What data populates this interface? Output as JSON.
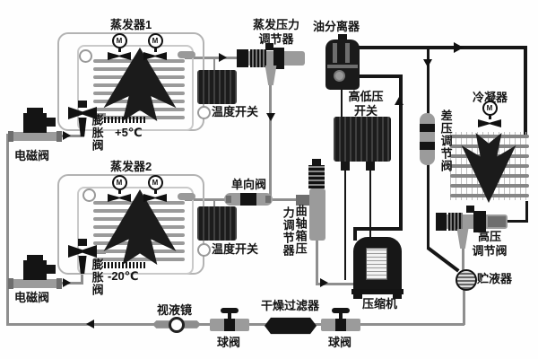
{
  "diagram": {
    "components": {
      "evaporator1": {
        "label": "蒸发器1",
        "temp": "+5℃"
      },
      "evaporator2": {
        "label": "蒸发器2",
        "temp": "-20℃"
      },
      "evap_pressure_regulator": {
        "line1": "蒸发压力",
        "line2": "调节器"
      },
      "oil_separator": {
        "label": "油分离器"
      },
      "hl_pressure_switch": {
        "line1": "高低压",
        "line2": "开关"
      },
      "condenser": {
        "label": "冷凝器"
      },
      "diff_pressure_valve": {
        "label": "差压调节阀"
      },
      "temp_switch1": {
        "label": "温度开关"
      },
      "temp_switch2": {
        "label": "温度开关"
      },
      "expansion_valve1": {
        "label": "膨胀阀"
      },
      "expansion_valve2": {
        "label": "膨胀阀"
      },
      "solenoid_valve1": {
        "label": "电磁阀"
      },
      "solenoid_valve2": {
        "label": "电磁阀"
      },
      "check_valve": {
        "label": "单向阀"
      },
      "crankcase_regulator": {
        "col_right": "曲轴箱压",
        "col_left": "力调节器"
      },
      "compressor": {
        "label": "压缩机"
      },
      "hp_regulating_valve": {
        "line1": "高压",
        "line2": "调节阀"
      },
      "receiver": {
        "label": "贮液器"
      },
      "sight_glass": {
        "label": "视液镜"
      },
      "ball_valve1": {
        "label": "球阀"
      },
      "ball_valve2": {
        "label": "球阀"
      },
      "filter_drier": {
        "label": "干燥过滤器"
      },
      "fan_motor": "M"
    },
    "colors": {
      "pipe": "#8e8e8e",
      "dark": "#161616",
      "background": "#ffffff"
    }
  }
}
